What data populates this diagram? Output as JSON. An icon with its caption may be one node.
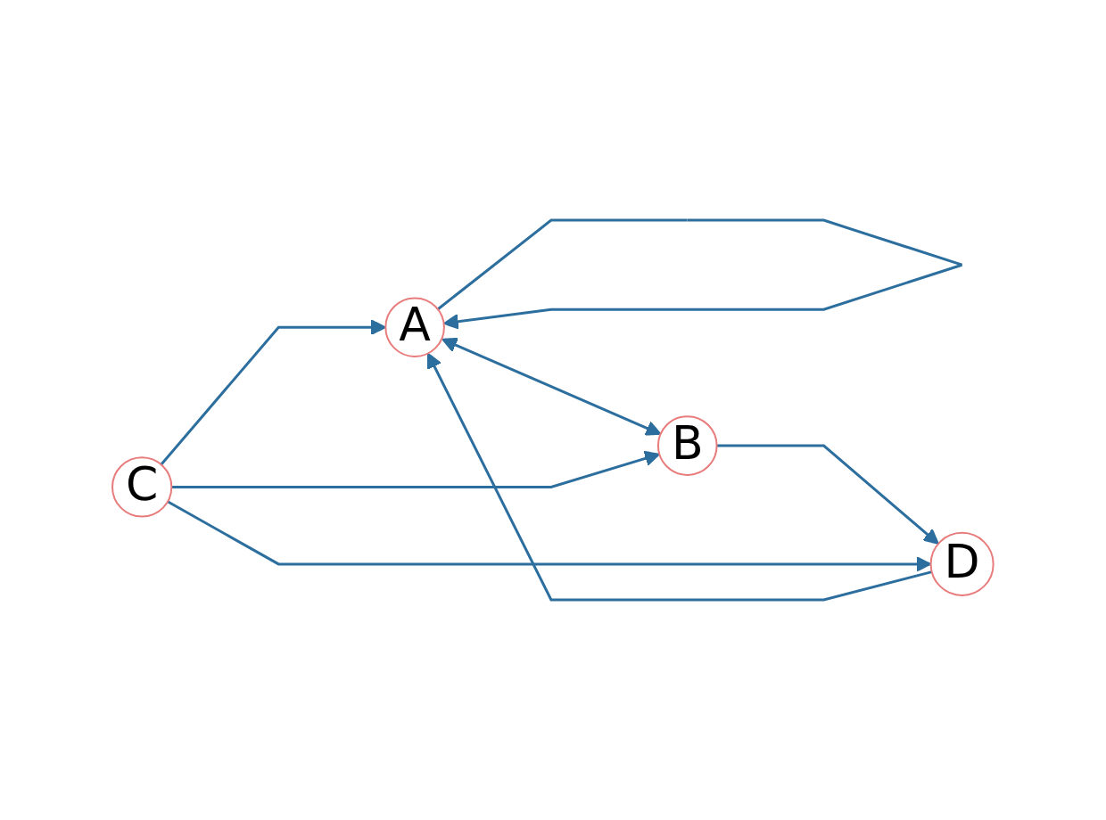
{
  "diagram": {
    "nodes": [
      {
        "text": [
          "A"
        ]
      },
      {
        "text": [
          "B"
        ]
      },
      {
        "text": [
          "C"
        ]
      },
      {
        "text": [
          "D"
        ]
      }
    ],
    "edges": [
      {
        "from": 0,
        "to": 0,
        "arrow": "to"
      },
      {
        "from": 0,
        "to": 1,
        "arrow": "both"
      },
      {
        "from": 1,
        "to": 3,
        "arrow": "to"
      },
      {
        "from": 2,
        "to": 0,
        "arrow": "to"
      },
      {
        "from": 2,
        "to": 1,
        "arrow": "to"
      },
      {
        "from": 2,
        "to": 3,
        "arrow": "to"
      },
      {
        "from": 3,
        "to": 0,
        "arrow": "to"
      }
    ]
  }
}
